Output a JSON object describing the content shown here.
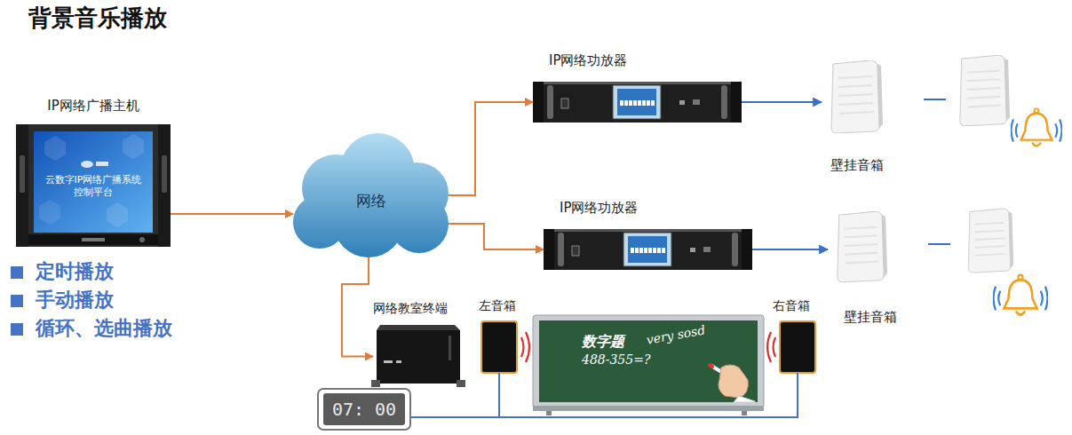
{
  "diagram": {
    "title": "背景音乐播放",
    "nodes": [
      {
        "text": [
          "IP网络广播主机",
          "云数字IP网络广播系统 控制平台"
        ]
      },
      {
        "text": [
          "网络"
        ]
      },
      {
        "text": [
          "IP网络功放器"
        ]
      },
      {
        "text": [
          "壁挂音箱"
        ]
      },
      {
        "text": [
          "IP网络功放器"
        ]
      },
      {
        "text": [
          "壁挂音箱"
        ]
      },
      {
        "text": [
          "网络教室终端"
        ]
      },
      {
        "text": [
          "左音箱"
        ]
      },
      {
        "text": [
          "数字题",
          "488-355=?",
          "very sosd"
        ]
      },
      {
        "text": [
          "右音箱"
        ]
      },
      {
        "text": [
          "07: 00"
        ]
      }
    ],
    "edges": [
      {
        "from": 0,
        "to": 1,
        "arrow": "to"
      },
      {
        "from": 1,
        "to": 2,
        "arrow": "to"
      },
      {
        "from": 1,
        "to": 4,
        "arrow": "to"
      },
      {
        "from": 1,
        "to": 6,
        "arrow": "to"
      },
      {
        "from": 2,
        "to": 3,
        "arrow": "to"
      },
      {
        "from": 4,
        "to": 5,
        "arrow": "to"
      },
      {
        "from": 10,
        "to": 7,
        "arrow": "none"
      },
      {
        "from": 10,
        "to": 9,
        "arrow": "none"
      }
    ],
    "labels": [
      "定时播放",
      "手动播放",
      "循环、选曲播放"
    ]
  }
}
